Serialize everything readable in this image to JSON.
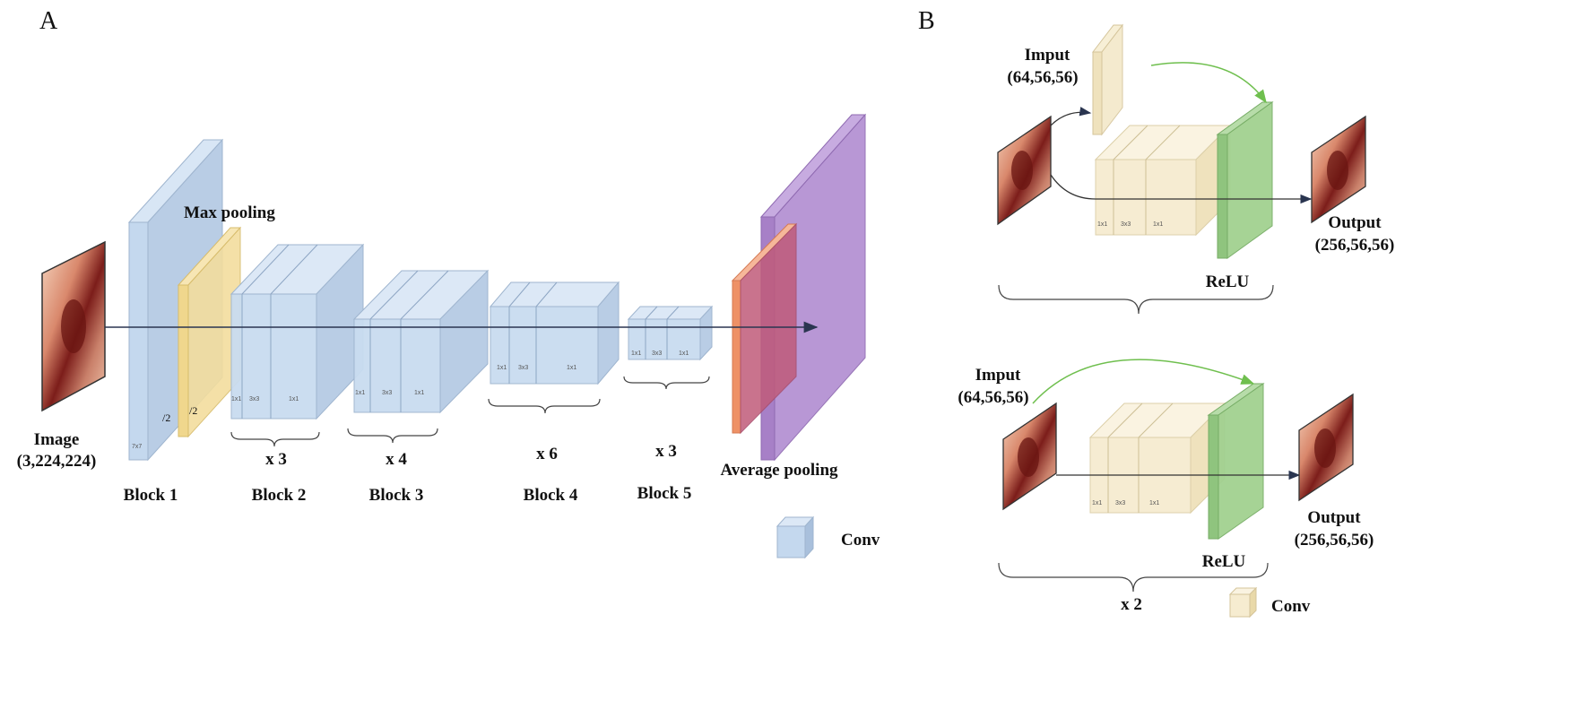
{
  "panel_a": {
    "letter": "A",
    "image_label": "Image",
    "image_size": "(3,224,224)",
    "max_pooling_label": "Max pooling",
    "average_pooling_label": "Average pooling",
    "stride_labels": [
      "/2",
      "/2"
    ],
    "blocks": [
      {
        "name": "Block 1",
        "repeat": ""
      },
      {
        "name": "Block 2",
        "repeat": "x 3"
      },
      {
        "name": "Block 3",
        "repeat": "x 4"
      },
      {
        "name": "Block 4",
        "repeat": "x 6"
      },
      {
        "name": "Block 5",
        "repeat": "x 3"
      }
    ],
    "legend_label": "Conv",
    "layer_tags": [
      "7x7",
      "1x1",
      "3x3",
      "1x1"
    ],
    "colors": {
      "conv": "#bcd4ec",
      "max_pool": "#f3dc9a",
      "avg_pool": "#f0a47e",
      "fc": "#b28ed0",
      "arrow": "#2a3550"
    }
  },
  "panel_b": {
    "letter": "B",
    "top": {
      "input_label": "Imput",
      "input_size": "(64,56,56)",
      "output_label": "Output",
      "output_size": "(256,56,56)",
      "relu_label": "ReLU"
    },
    "bottom": {
      "input_label": "Imput",
      "input_size": "(64,56,56)",
      "output_label": "Output",
      "output_size": "(256,56,56)",
      "relu_label": "ReLU",
      "repeat": "x 2"
    },
    "legend_label": "Conv",
    "layer_tags": [
      "1x1",
      "3x3",
      "1x1"
    ],
    "colors": {
      "conv": "#f6ecd0",
      "relu": "#9fcf8e",
      "skip_arrow": "#6fbf4e"
    }
  }
}
